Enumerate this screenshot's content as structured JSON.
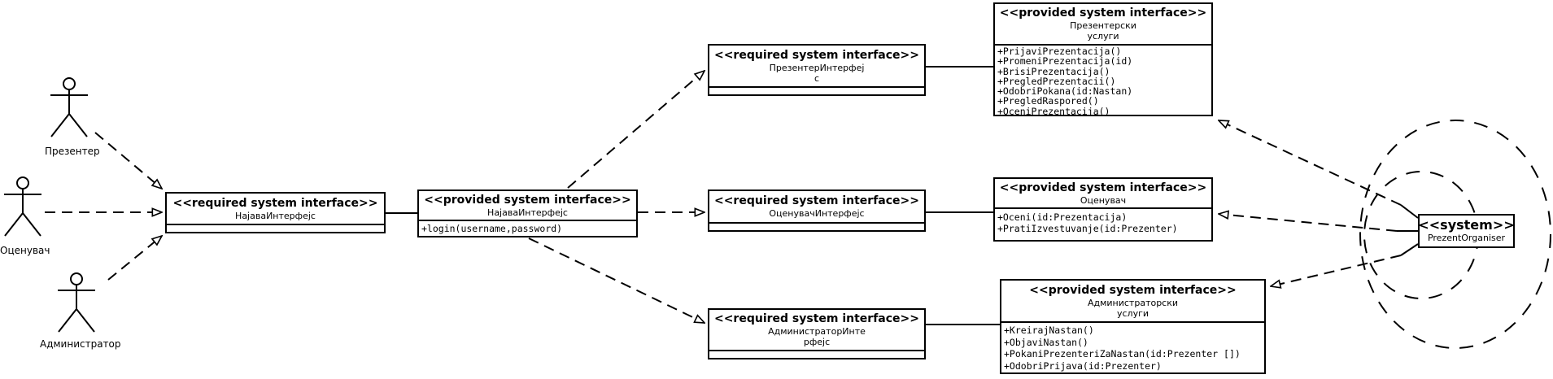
{
  "actors": [
    {
      "label": "Презентер"
    },
    {
      "label": "Оценувач"
    },
    {
      "label": "Администратор"
    }
  ],
  "boxes": {
    "req_najava": {
      "stereotype": "<<required system interface>>",
      "name_lines": [
        "НајаваИнтерфејс"
      ]
    },
    "prov_najava": {
      "stereotype": "<<provided system interface>>",
      "name_lines": [
        "НајаваИнтерфејс"
      ],
      "methods": [
        "+login(username,password)"
      ]
    },
    "req_prezenter": {
      "stereotype": "<<required system interface>>",
      "name_lines": [
        "ПрезентерИнтерфеј",
        "с"
      ]
    },
    "prov_prezenter": {
      "stereotype": "<<provided system interface>>",
      "name_lines": [
        "Презентерски",
        "услуги"
      ],
      "methods": [
        "+PrijaviPrezentacija()",
        "+PromeniPrezentacija(id)",
        "+BrisiPrezentacija()",
        "+PregledPrezentacii()",
        "+OdobriPokana(id:Nastan)",
        "+PregledRaspored()",
        "+OceniPrezentacija()"
      ]
    },
    "req_ocenuvac": {
      "stereotype": "<<required system interface>>",
      "name_lines": [
        "ОценувачИнтерфејс"
      ]
    },
    "prov_ocenuvac": {
      "stereotype": "<<provided system interface>>",
      "name_lines": [
        "Оценувач"
      ],
      "methods": [
        "+Oceni(id:Prezentacija)",
        "+PratiIzvestuvanje(id:Prezenter)"
      ]
    },
    "req_admin": {
      "stereotype": "<<required system interface>>",
      "name_lines": [
        "АдминистраторИнте",
        "рфејс"
      ]
    },
    "prov_admin": {
      "stereotype": "<<provided system interface>>",
      "name_lines": [
        "Администраторски",
        "услуги"
      ],
      "methods": [
        "+KreirajNastan()",
        "+ObjaviNastan()",
        "+PokaniPrezenteriZaNastan(id:Prezenter [])",
        "+OdobriPrijava(id:Prezenter)"
      ]
    },
    "system": {
      "stereotype": "<<system>>",
      "name": "PrezentOrganiser"
    }
  },
  "colors": {
    "stroke": "#000000",
    "background": "#ffffff"
  }
}
